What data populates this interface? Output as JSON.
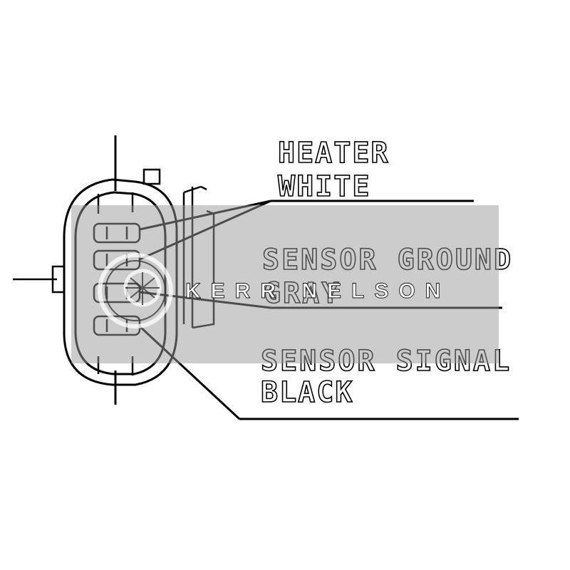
{
  "diagram": {
    "labels": {
      "heater_line1": "HEATER",
      "heater_line2": "WHITE",
      "ground_line1": "SENSOR GROUND",
      "ground_line2": "GRAY",
      "signal_line1": "SENSOR SIGNAL",
      "signal_line2": "BLACK"
    },
    "pins": [
      {
        "id": "pin-1"
      },
      {
        "id": "pin-2"
      },
      {
        "id": "pin-3"
      },
      {
        "id": "pin-4"
      }
    ]
  },
  "watermark": {
    "logo_text": "KERR NELSON"
  },
  "colors": {
    "ink": "#000000",
    "paper": "#ffffff",
    "watermark_band": "#9a9a9a"
  }
}
